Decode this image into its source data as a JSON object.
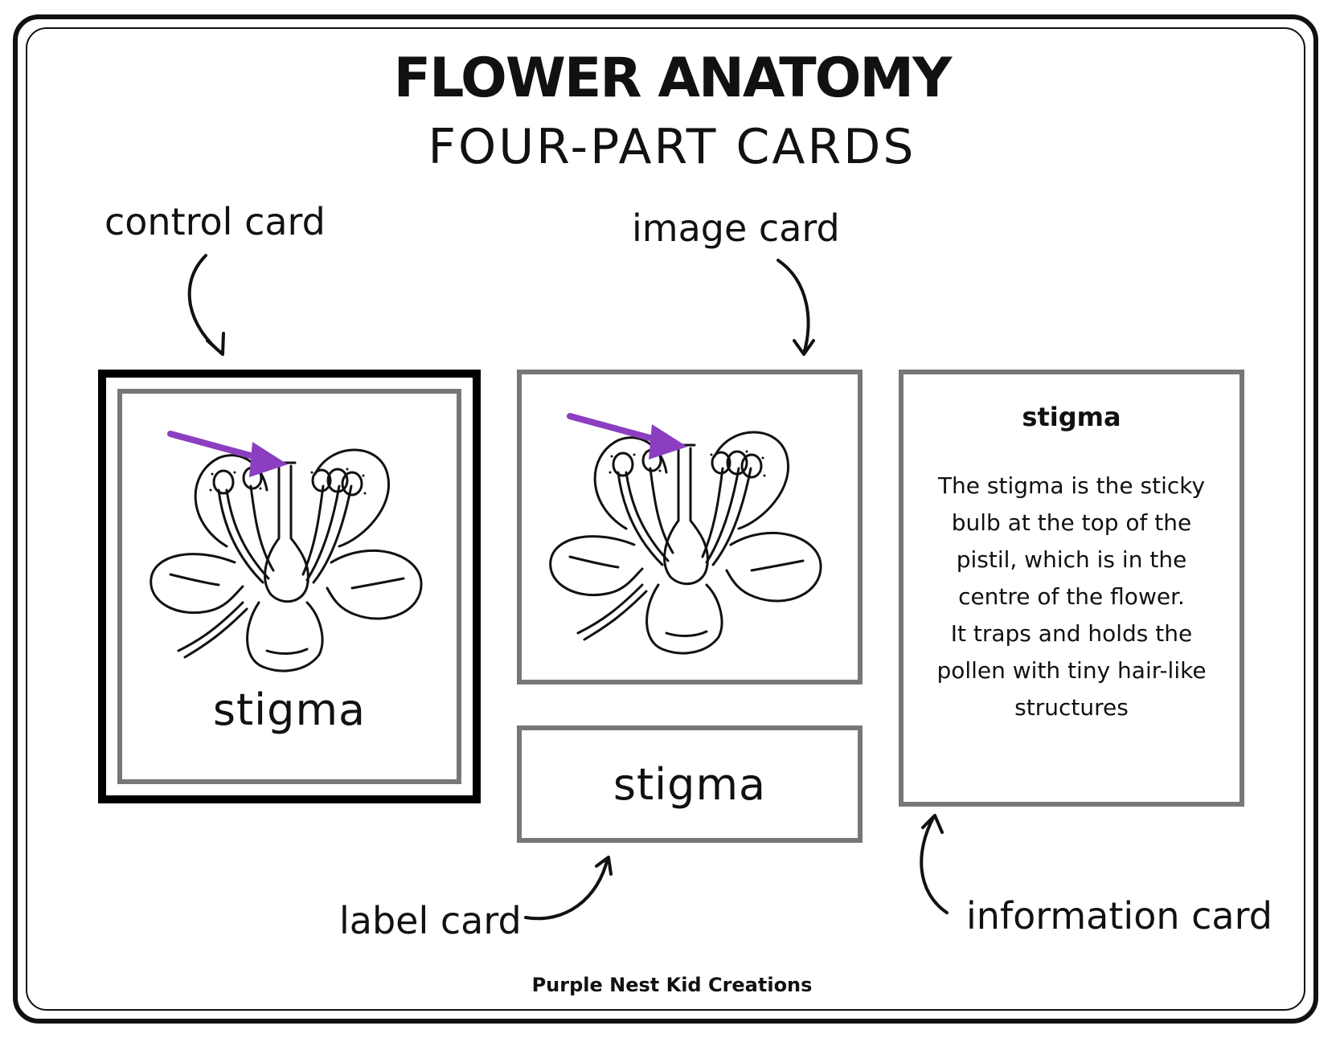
{
  "title": "FLOWER ANATOMY",
  "subtitle": "FOUR-PART CARDS",
  "callouts": {
    "control": "control card",
    "image": "image card",
    "label": "label card",
    "information": "information card"
  },
  "cards": {
    "control_label": "stigma",
    "label_word": "stigma",
    "info_title": "stigma",
    "info_lines": [
      "The stigma is the sticky",
      "bulb at the top of the",
      "pistil, which is in the",
      "centre of the flower.",
      "It traps and holds the",
      "pollen with tiny hair-like",
      "structures"
    ]
  },
  "footer": "Purple Nest Kid Creations",
  "colors": {
    "pointer": "#8b3fc0",
    "card_border": "#777777",
    "ink": "#111111"
  },
  "icons": {
    "pointer": "pointer-arrow-icon",
    "flower": "flower-illustration"
  }
}
